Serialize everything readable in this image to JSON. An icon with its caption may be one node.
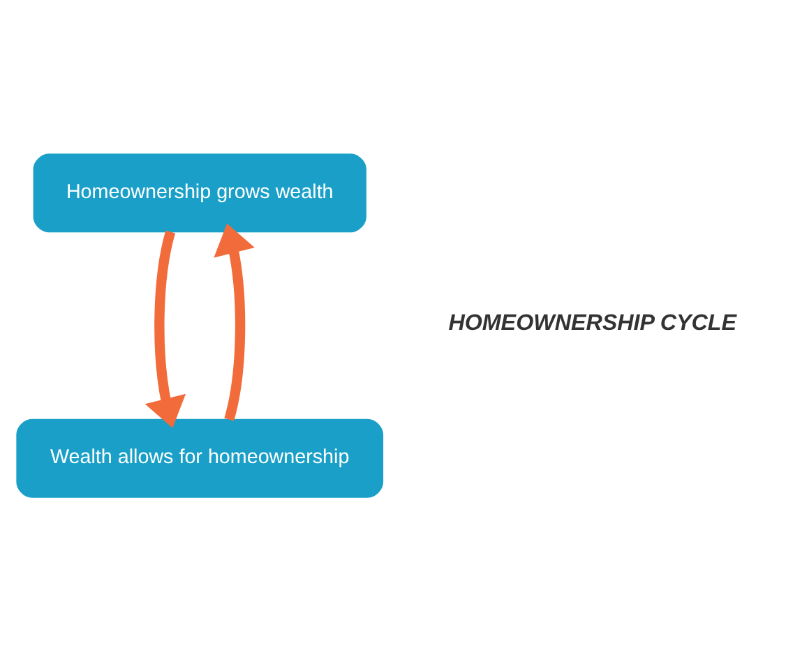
{
  "diagram": {
    "nodes": [
      {
        "text": [
          "Homeownership grows wealth"
        ]
      },
      {
        "text": [
          "Wealth allows for homeownership"
        ]
      }
    ],
    "edges": [
      {
        "from": 0,
        "to": 1,
        "arrow": "to"
      },
      {
        "from": 1,
        "to": 0,
        "arrow": "to"
      }
    ],
    "labels": [
      "HOMEOWNERSHIP CYCLE"
    ]
  }
}
